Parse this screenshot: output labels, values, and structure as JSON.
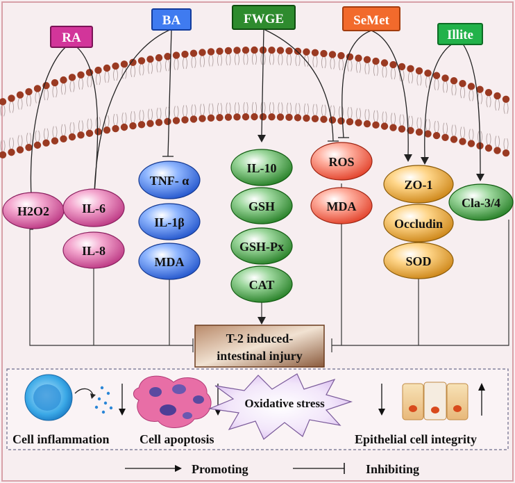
{
  "agents": {
    "ra": "RA",
    "ba": "BA",
    "fwge": "FWGE",
    "semet": "SeMet",
    "illite": "Illite"
  },
  "markers": {
    "h2o2": "H2O2",
    "il6": "IL-6",
    "il8": "IL-8",
    "tnfa": "TNF- α",
    "il1b": "IL-1β",
    "mda_blue": "MDA",
    "il10": "IL-10",
    "gsh": "GSH",
    "gshpx": "GSH-Px",
    "cat": "CAT",
    "ros": "ROS",
    "mda_red": "MDA",
    "zo1": "ZO-1",
    "occludin": "Occludin",
    "sod": "SOD",
    "cla": "Cla-3/4"
  },
  "center": {
    "line1": "T-2 induced-",
    "line2": "intestinal injury"
  },
  "outcomes": {
    "inflammation": "Cell inflammation",
    "apoptosis": "Cell apoptosis",
    "oxidative": "Oxidative stress",
    "integrity": "Epithelial cell integrity"
  },
  "legend": {
    "promoting": "Promoting",
    "inhibiting": "Inhibiting"
  },
  "colors": {
    "pink": "#c2408a",
    "blue": "#2a62d6",
    "green": "#2c8a2c",
    "red": "#e0402a",
    "gold": "#d08a18",
    "brown": "#8a5a3c",
    "membrane": "#9a3a22"
  }
}
